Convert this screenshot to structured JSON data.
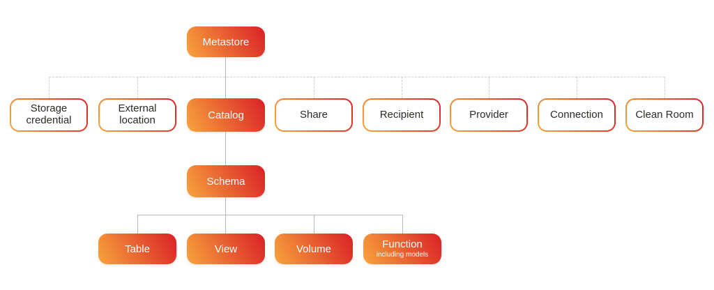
{
  "diagram": {
    "colors": {
      "gradient_start": "#F7A43C",
      "gradient_end": "#DA2127",
      "connector_solid": "#B9B9B9",
      "connector_dashed": "#CFCFCF",
      "text_dark": "#2D2A26",
      "text_light": "#FFFFFF",
      "background": "#FFFFFF"
    },
    "nodes": {
      "metastore": {
        "label": "Metastore",
        "style": "filled"
      },
      "storage_credential": {
        "label": "Storage credential",
        "style": "outline"
      },
      "external_location": {
        "label": "External location",
        "style": "outline"
      },
      "catalog": {
        "label": "Catalog",
        "style": "filled"
      },
      "share": {
        "label": "Share",
        "style": "outline"
      },
      "recipient": {
        "label": "Recipient",
        "style": "outline"
      },
      "provider": {
        "label": "Provider",
        "style": "outline"
      },
      "connection": {
        "label": "Connection",
        "style": "outline"
      },
      "clean_room": {
        "label": "Clean Room",
        "style": "outline"
      },
      "schema": {
        "label": "Schema",
        "style": "filled"
      },
      "table": {
        "label": "Table",
        "style": "filled"
      },
      "view": {
        "label": "View",
        "style": "filled"
      },
      "volume": {
        "label": "Volume",
        "style": "filled"
      },
      "function": {
        "label": "Function",
        "sublabel": "including models",
        "style": "filled"
      }
    }
  }
}
